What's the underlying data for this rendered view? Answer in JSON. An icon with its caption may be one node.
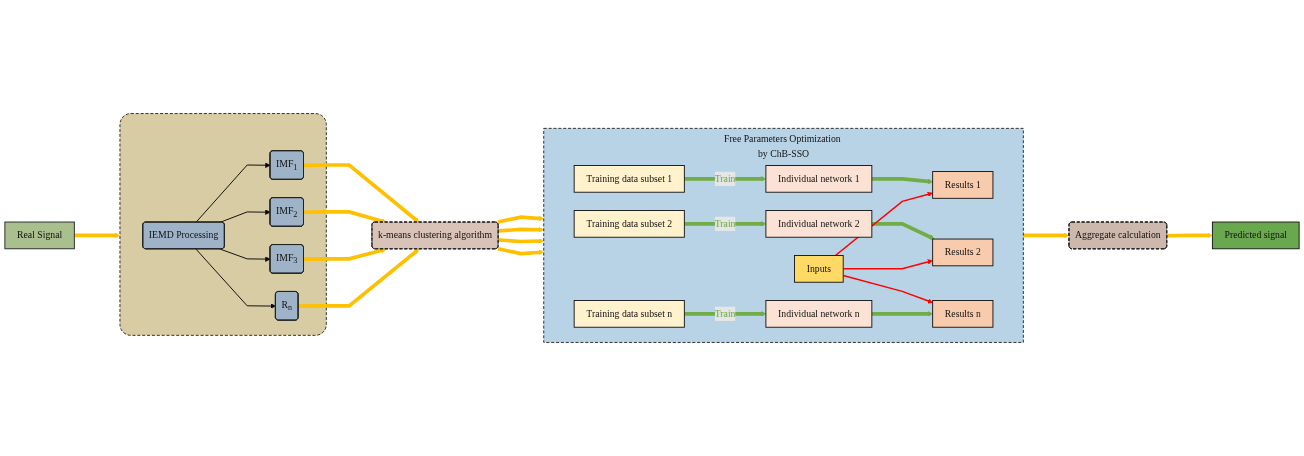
{
  "diagram": {
    "nodes": [
      {
        "text": [
          "Real Signal"
        ]
      },
      {
        "text": [],
        "shape": "box"
      },
      {
        "text": [
          "IEMD Processing"
        ],
        "in": 1
      },
      {
        "text": [
          "IMF$_{1}$"
        ],
        "in": 1
      },
      {
        "text": [
          "IMF$_{2}$"
        ],
        "in": 1
      },
      {
        "text": [
          "IMF$_{3}$"
        ],
        "in": 1
      },
      {
        "text": [
          "R$_{n}$"
        ],
        "in": 1
      },
      {
        "text": [
          "k-means clustering algorithm"
        ]
      },
      {
        "text": [
          "Free Parameters Optimization by ChB-SSO"
        ]
      },
      {
        "text": [
          "Training data subset 1"
        ],
        "in": 8
      },
      {
        "text": [
          "Individual network 1"
        ],
        "in": 8
      },
      {
        "text": [
          "Results 1"
        ],
        "in": 8
      },
      {
        "text": [
          "Training data subset 2"
        ],
        "in": 8
      },
      {
        "text": [
          "Individual network 2"
        ],
        "in": 8
      },
      {
        "text": [
          "Results 2"
        ],
        "in": 8
      },
      {
        "text": [
          "Inputs"
        ],
        "in": 8
      },
      {
        "text": [
          "Training data subset n"
        ],
        "in": 8
      },
      {
        "text": [
          "Individual network n"
        ],
        "in": 8
      },
      {
        "text": [
          "Results n"
        ],
        "in": 8
      },
      {
        "text": [
          "Aggregate calculation"
        ]
      },
      {
        "text": [
          "Predicted signal"
        ]
      }
    ],
    "edges": [
      {
        "from": 0,
        "to": 1,
        "arrow": "to"
      },
      {
        "from": 2,
        "to": 3,
        "arrow": "to",
        "color": "#000000"
      },
      {
        "from": 2,
        "to": 4,
        "arrow": "to",
        "color": "#000000"
      },
      {
        "from": 2,
        "to": 5,
        "arrow": "to",
        "color": "#000000"
      },
      {
        "from": 2,
        "to": 6,
        "arrow": "to",
        "color": "#000000"
      },
      {
        "from": 3,
        "to": 7,
        "arrow": "to"
      },
      {
        "from": 4,
        "to": 7,
        "arrow": "to"
      },
      {
        "from": 5,
        "to": 7,
        "arrow": "to"
      },
      {
        "from": 6,
        "to": 7,
        "arrow": "to"
      },
      {
        "from": 7,
        "to": 8,
        "arrow": "to"
      },
      {
        "from": 7,
        "to": 8,
        "arrow": "to"
      },
      {
        "from": 7,
        "to": 8,
        "arrow": "to"
      },
      {
        "from": 7,
        "to": 8,
        "arrow": "to"
      },
      {
        "from": 9,
        "to": 10,
        "arrow": "to",
        "label": "Train",
        "color": "#70ad47"
      },
      {
        "from": 10,
        "to": 11,
        "arrow": "to",
        "color": "#70ad47"
      },
      {
        "from": 12,
        "to": 13,
        "arrow": "to",
        "label": "Train",
        "color": "#70ad47"
      },
      {
        "from": 13,
        "to": 14,
        "arrow": "to",
        "color": "#70ad47"
      },
      {
        "from": 15,
        "to": 11,
        "arrow": "to",
        "color": "#ff0000"
      },
      {
        "from": 15,
        "to": 14,
        "arrow": "to",
        "color": "#ff0000"
      },
      {
        "from": 15,
        "to": 18,
        "arrow": "to",
        "color": "#ff0000"
      },
      {
        "from": 16,
        "to": 17,
        "arrow": "to",
        "label": "Train",
        "color": "#70ad47"
      },
      {
        "from": 17,
        "to": 18,
        "arrow": "to",
        "color": "#70ad47"
      },
      {
        "from": 8,
        "to": 19,
        "arrow": "to"
      },
      {
        "from": 19,
        "to": 20,
        "arrow": "to"
      }
    ]
  }
}
